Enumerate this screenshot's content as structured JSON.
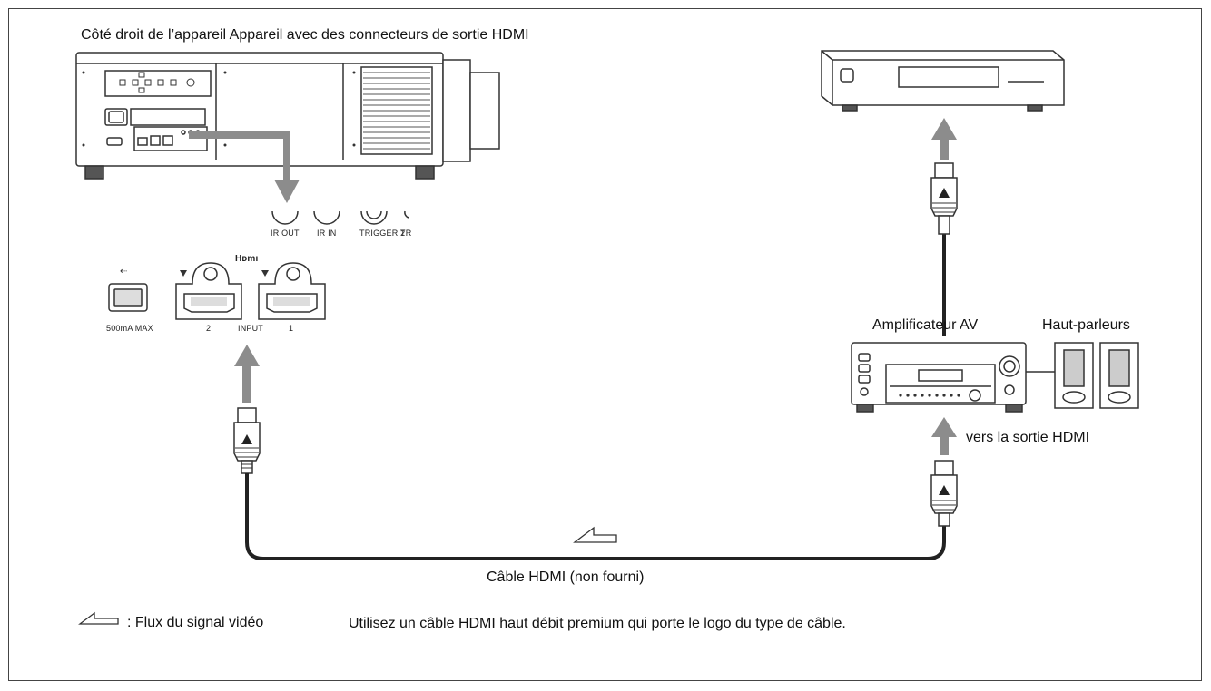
{
  "header": {
    "title": "Côté droit de l’appareil Appareil avec des connecteurs de sortie HDMI"
  },
  "ports": {
    "ir_out": "IR OUT",
    "ir_in": "IR IN",
    "trigger_2": "TRIGGER 2",
    "trigger_partial": "TR",
    "hdmi_logo": "Hᴅmı",
    "usb_rating": "500mA MAX",
    "hdmi_2": "2",
    "input": "INPUT",
    "hdmi_1": "1"
  },
  "labels": {
    "amplifier": "Amplificateur AV",
    "speakers": "Haut-parleurs",
    "to_hdmi_output": "vers la sortie HDMI",
    "cable": "Câble HDMI (non fourni)"
  },
  "legend": {
    "signal_flow": ": Flux du signal vidéo",
    "note": "Utilisez un câble HDMI haut débit premium qui porte le logo du type de câble."
  },
  "colors": {
    "line": "#333333",
    "arrow_gray": "#8c8c8c",
    "light_gray": "#d9d9d9",
    "frame": "#444444"
  }
}
